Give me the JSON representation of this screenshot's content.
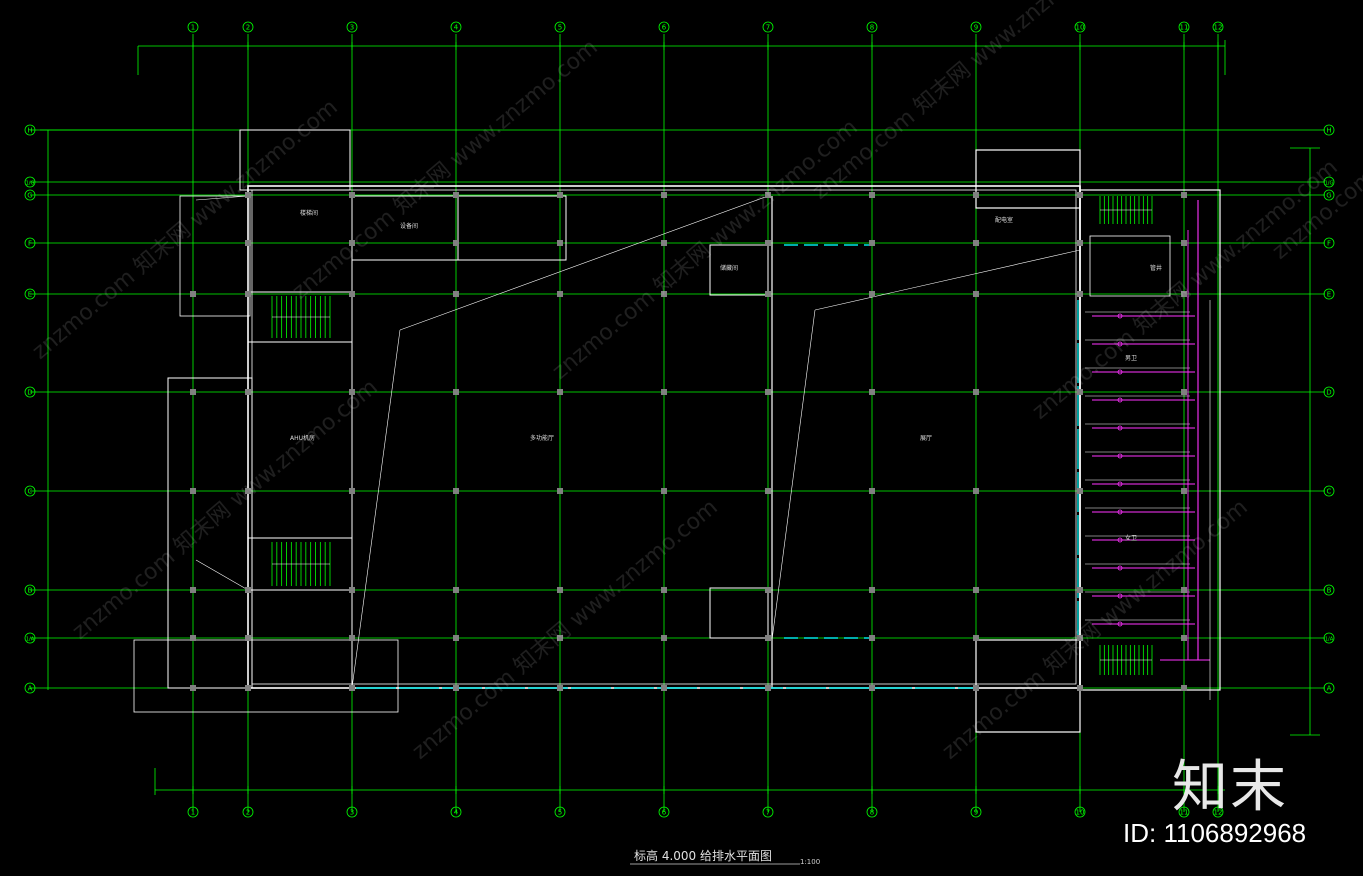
{
  "drawing": {
    "title": "标高 4.000 给排水平面图",
    "scale": "1:100",
    "watermark_logo": "知末",
    "watermark_id": "ID: 1106892968",
    "watermark_text": "znzmo.com 知末网 www.znzmo.com"
  },
  "axes": {
    "columns": [
      "1",
      "2",
      "3",
      "4",
      "5",
      "6",
      "7",
      "8",
      "9",
      "10",
      "11",
      "12"
    ],
    "rows": [
      "H",
      "1/G",
      "G",
      "F",
      "E",
      "D",
      "C",
      "B",
      "1/A",
      "A"
    ]
  },
  "rooms": [
    {
      "label": "AHU机房"
    },
    {
      "label": "多功能厅"
    },
    {
      "label": "展厅"
    },
    {
      "label": "储藏间"
    },
    {
      "label": "管井"
    },
    {
      "label": "男卫"
    },
    {
      "label": "女卫"
    },
    {
      "label": "楼梯间"
    },
    {
      "label": "设备间"
    },
    {
      "label": "配电室"
    }
  ],
  "colors": {
    "background": "#000000",
    "grid": "#00ff00",
    "wall": "#ffffff",
    "pipe": "#ff33ff",
    "glazing": "#00e5e5",
    "column": "#808080"
  }
}
